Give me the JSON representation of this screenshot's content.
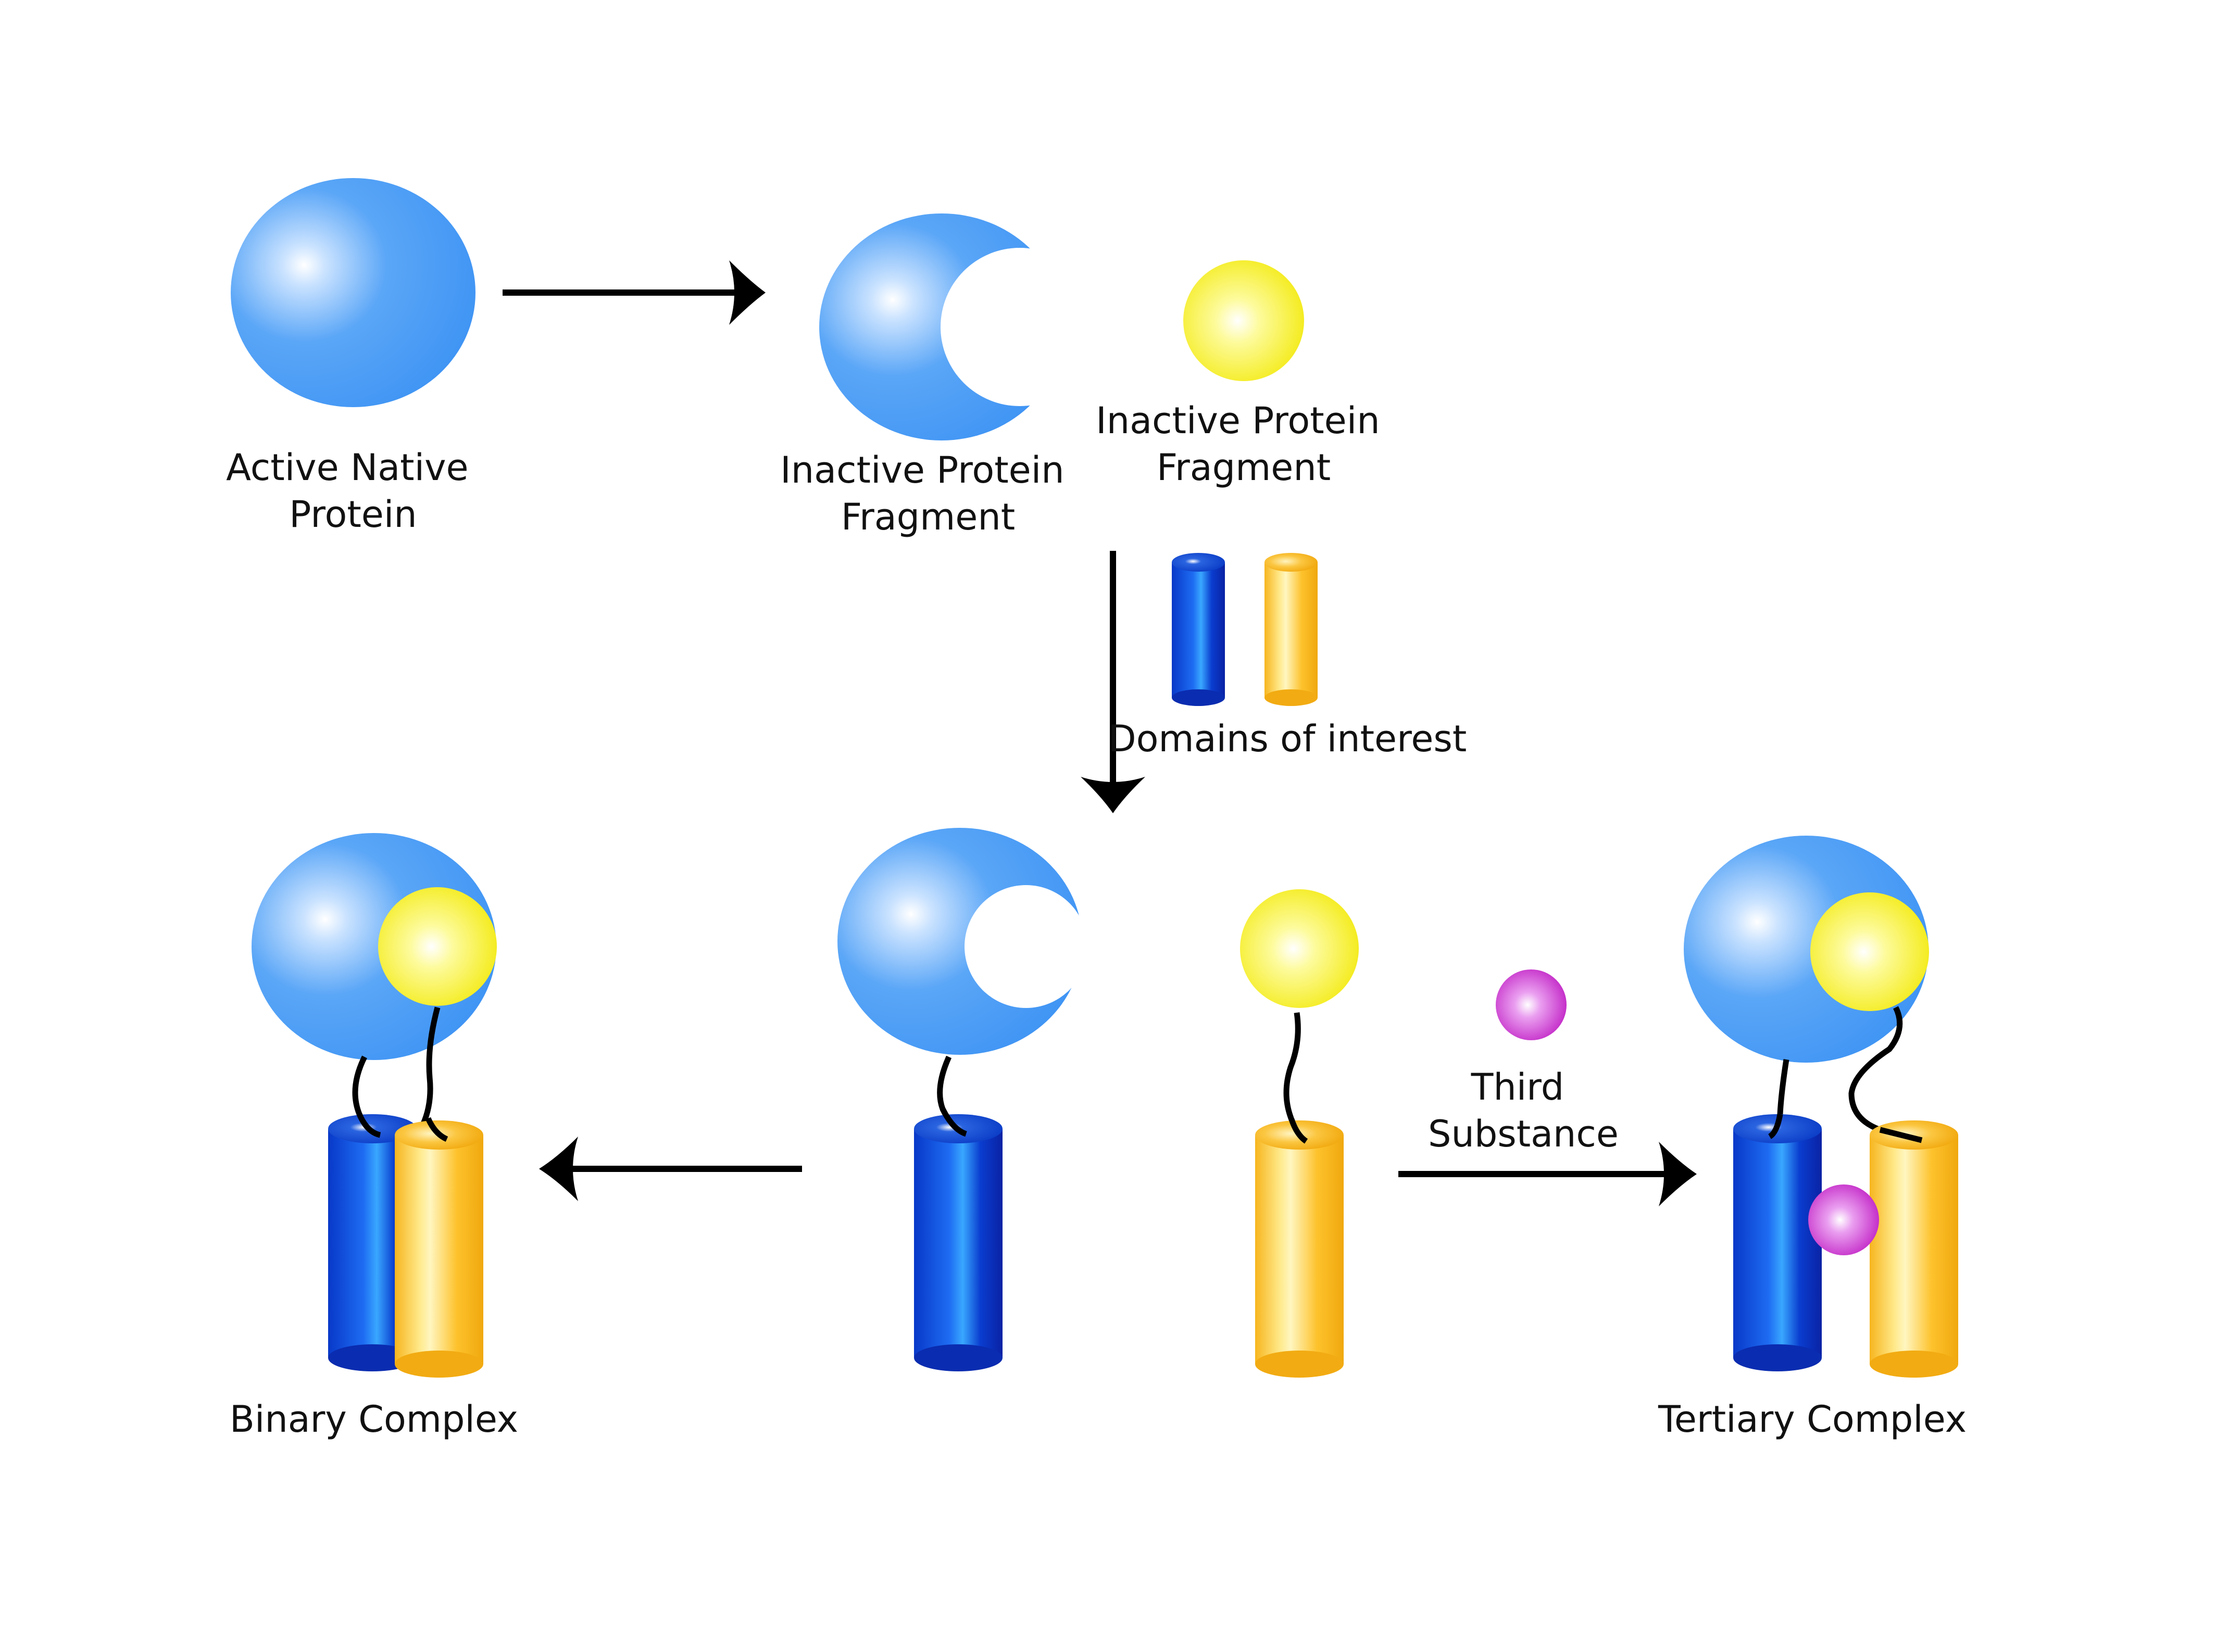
{
  "labels": {
    "active_native_protein": [
      "Active Native",
      "Protein"
    ],
    "inactive_fragment_blue": [
      "Inactive Protein",
      "Fragment"
    ],
    "inactive_fragment_yellow": [
      "Inactive Protein",
      "Fragment"
    ],
    "domains_of_interest": "Domains of interest",
    "third_substance": [
      "Third",
      "Substance"
    ],
    "binary_complex": "Binary Complex",
    "tertiary_complex": "Tertiary Complex"
  },
  "colors": {
    "protein_blue": "#4499f5",
    "protein_blue_highlight": "#ffffff",
    "fragment_yellow": "#f6ee14",
    "domain_blue": "#0a4ad9",
    "domain_blue_dark": "#0a2cb0",
    "domain_orange": "#fdc22c",
    "domain_orange_dark": "#f2ab12",
    "third_substance": "#c424c6",
    "arrow": "#000000",
    "background": "#ffffff"
  }
}
